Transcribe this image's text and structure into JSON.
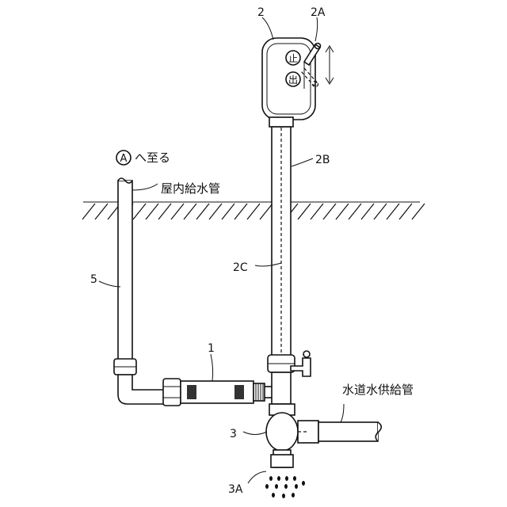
{
  "labels": {
    "n2": "2",
    "n2A": "2A",
    "n2B": "2B",
    "n2C": "2C",
    "n1": "1",
    "n3": "3",
    "n3A": "3A",
    "n5": "5",
    "stop": "止",
    "out": "出",
    "circle_a": "A",
    "to_a": "へ至る",
    "indoor_pipe": "屋内給水管",
    "supply_pipe": "水道水供給管"
  },
  "icons": {
    "arrow": "up-down-double-arrow"
  }
}
